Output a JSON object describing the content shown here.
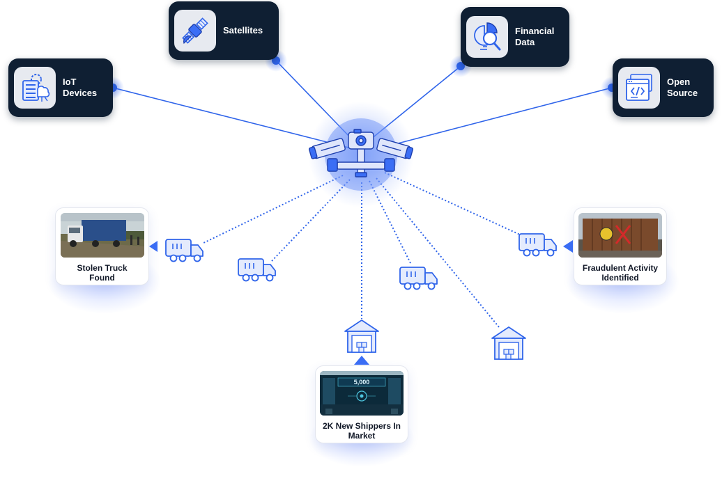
{
  "sources": [
    {
      "id": "iot",
      "label": "IoT\nDevices",
      "icon": "iot-server-cloud-icon"
    },
    {
      "id": "satellites",
      "label": "Satellites",
      "icon": "satellite-icon"
    },
    {
      "id": "financial",
      "label": "Financial\nData",
      "icon": "chart-magnifier-icon"
    },
    {
      "id": "opensource",
      "label": "Open\nSource",
      "icon": "code-window-icon"
    }
  ],
  "hub": {
    "icon": "surveillance-cameras-icon"
  },
  "events": [
    {
      "id": "stolen-truck",
      "label": "Stolen Truck\nFound",
      "photo": "truck-on-roadside-photo"
    },
    {
      "id": "new-shippers",
      "label": "2K New Shippers In\nMarket",
      "photo": "warehouse-dashboard-photo",
      "photo_text": "5,000"
    },
    {
      "id": "fraud",
      "label": "Fraudulent Activity\nIdentified",
      "photo": "shipping-container-photo"
    }
  ],
  "colors": {
    "card_dark": "#0f1f33",
    "accent_blue": "#3b6ef5",
    "line_blue": "#2f64ea",
    "icon_bg": "#e7eaf0"
  }
}
